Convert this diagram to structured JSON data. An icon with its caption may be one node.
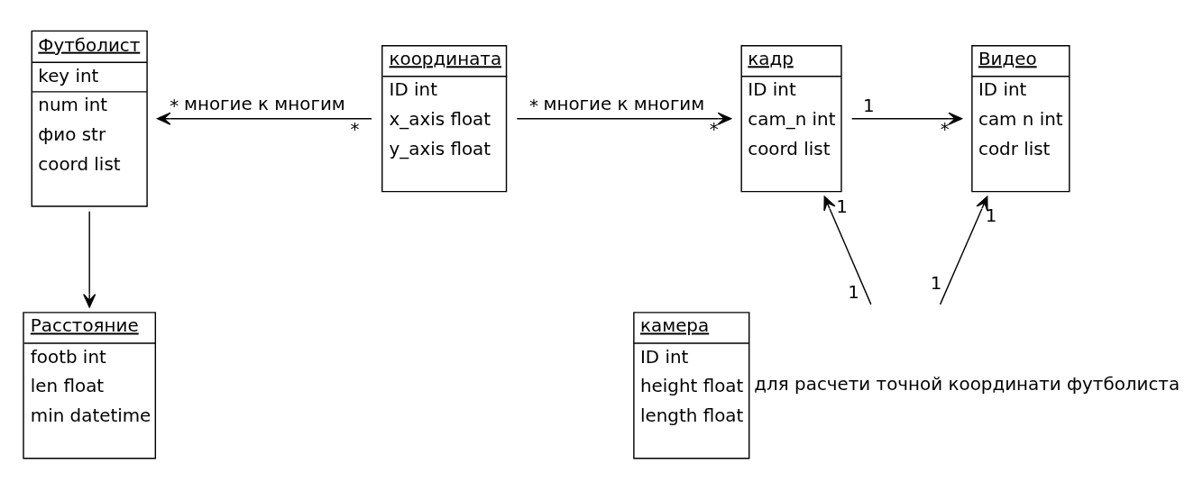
{
  "diagram": {
    "nodes": [
      {
        "text": [
          "Футболист",
          "key int",
          "num int",
          "фио str",
          "coord list"
        ]
      },
      {
        "text": [
          "координата",
          "ID int",
          "x_axis float",
          "y_axis float"
        ]
      },
      {
        "text": [
          "кадр",
          "ID int",
          "cam_n int",
          "coord list"
        ]
      },
      {
        "text": [
          "Видео",
          "ID int",
          "cam n int",
          "codr list"
        ]
      },
      {
        "text": [
          "Расстояние",
          "footb int",
          "len float",
          "min datetime"
        ]
      },
      {
        "text": [
          "камера",
          "ID int",
          "height float",
          "length float"
        ],
        "beside": [
          "для расчети точной координати футболиста"
        ]
      }
    ],
    "edges": [
      {
        "from": 1,
        "to": 0,
        "arrow": "to",
        "label": "многие к многим"
      },
      {
        "from": 1,
        "to": 2,
        "arrow": "to",
        "label": "многие к многим"
      },
      {
        "from": 2,
        "to": 3,
        "arrow": "to"
      },
      {
        "from": 5,
        "to": 2,
        "arrow": "to"
      },
      {
        "from": 5,
        "to": 3,
        "arrow": "to"
      },
      {
        "from": 0,
        "to": 4,
        "arrow": "to"
      }
    ],
    "labels": [
      "*",
      "*",
      "*",
      "*",
      "1",
      "*",
      "1",
      "1",
      "1",
      "1"
    ]
  }
}
